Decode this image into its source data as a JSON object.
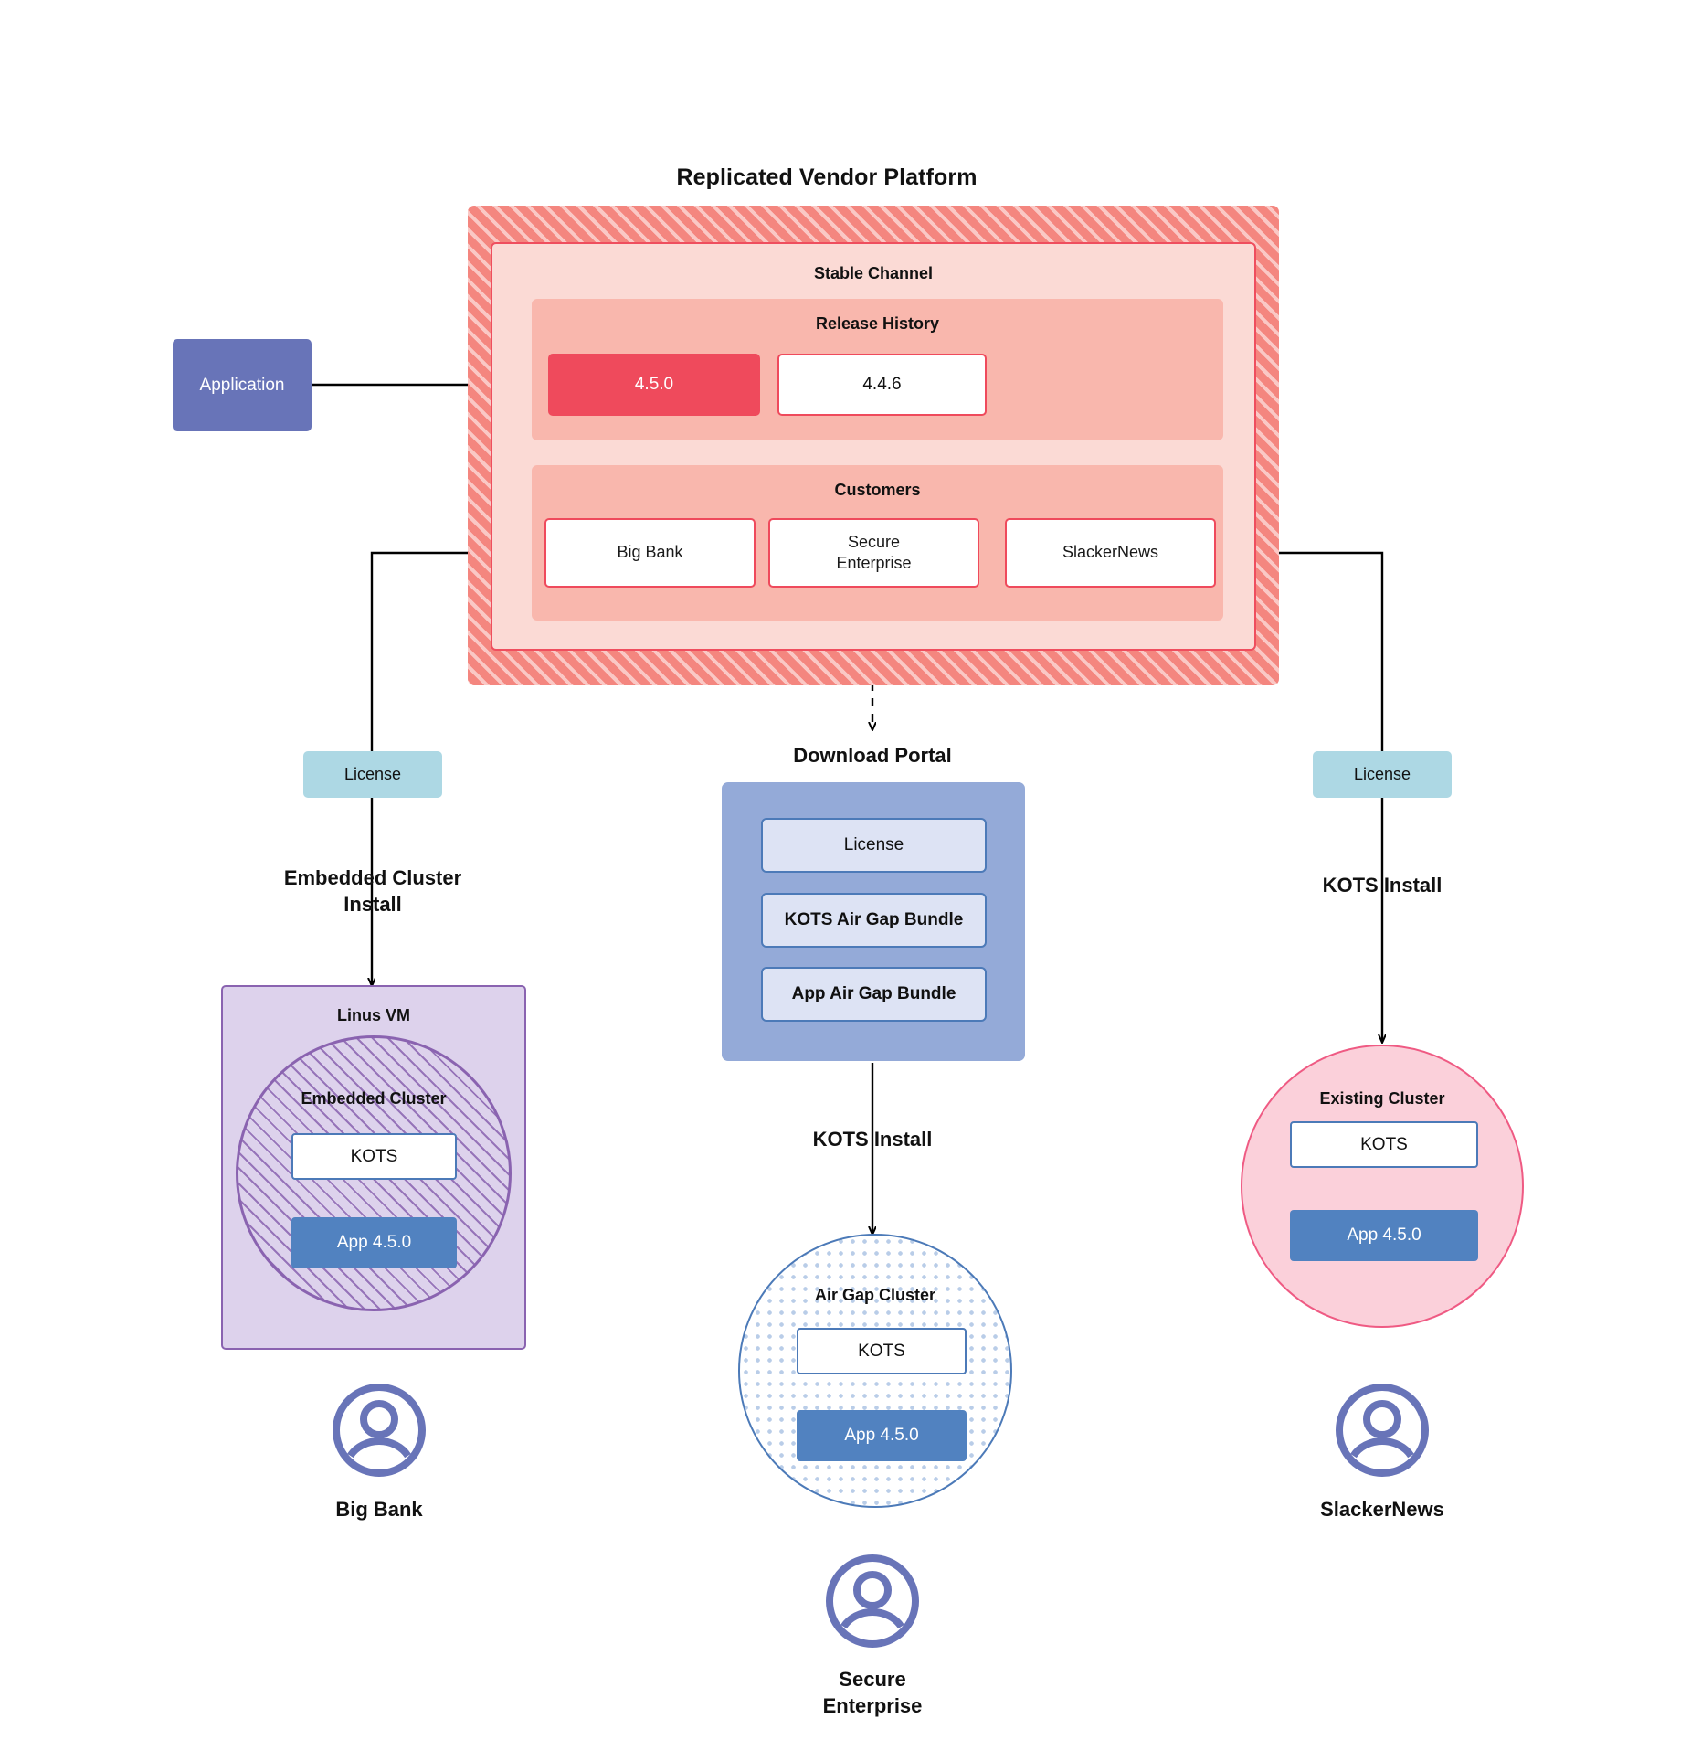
{
  "title": "Replicated Vendor Platform",
  "application": {
    "label": "Application"
  },
  "platform": {
    "channel": {
      "caption": "Stable Channel",
      "release_history": {
        "caption": "Release History",
        "releases": [
          {
            "version": "4.5.0",
            "state": "current"
          },
          {
            "version": "4.4.6",
            "state": "past"
          }
        ]
      },
      "customers": {
        "caption": "Customers",
        "items": [
          {
            "name": "Big Bank"
          },
          {
            "name": "Secure\nEnterprise"
          },
          {
            "name": "SlackerNews"
          }
        ]
      }
    }
  },
  "branches": {
    "left": {
      "license_label": "License",
      "install_label": "Embedded Cluster\nInstall",
      "vm_caption": "Linus VM",
      "cluster_caption": "Embedded Cluster",
      "kots_label": "KOTS",
      "app_label": "App 4.5.0",
      "persona": "Big Bank"
    },
    "center": {
      "portal_title": "Download  Portal",
      "portal_items": [
        {
          "label": "License"
        },
        {
          "label": "KOTS Air Gap Bundle"
        },
        {
          "label": "App Air Gap Bundle"
        }
      ],
      "install_label": "KOTS Install",
      "cluster_caption": "Air Gap Cluster",
      "kots_label": "KOTS",
      "app_label": "App 4.5.0",
      "persona": "Secure\nEnterprise"
    },
    "right": {
      "license_label": "License",
      "install_label": "KOTS Install",
      "cluster_caption": "Existing Cluster",
      "kots_label": "KOTS",
      "app_label": "App 4.5.0",
      "persona": "SlackerNews"
    }
  },
  "colors": {
    "platform_fill": "#f4867f",
    "channel_fill": "#fbdad5",
    "subpanel_fill": "#f9b7ad",
    "release_current": "#ef4a5c",
    "accent_red": "#ef4a5c",
    "application_fill": "#6874b8",
    "license_fill": "#add8e4",
    "portal_fill": "#94aad8",
    "portal_item_fill": "#dde3f4",
    "vm_fill": "#ddd2ec",
    "vm_stroke": "#8a63b0",
    "app_fill": "#5182c0",
    "existing_cluster_fill": "#fbd0da",
    "existing_cluster_stroke": "#ef5a83",
    "avatar": "#6874b8"
  }
}
